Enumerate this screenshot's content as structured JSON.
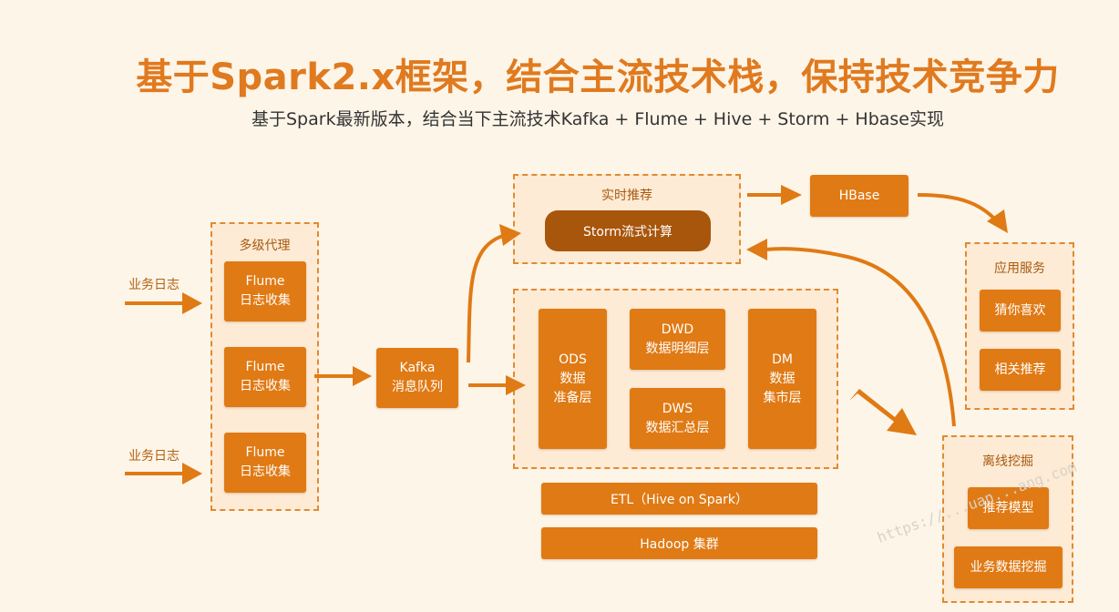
{
  "header": {
    "title": "基于Spark2.x框架，结合主流技术栈，保持技术竞争力",
    "subtitle": "基于Spark最新版本，结合当下主流技术Kafka + Flume + Hive + Storm + Hbase实现"
  },
  "inputs": {
    "log_top": "业务日志",
    "log_bottom": "业务日志"
  },
  "agent_group": {
    "label": "多级代理",
    "items": [
      {
        "line1": "Flume",
        "line2": "日志收集"
      },
      {
        "line1": "Flume",
        "line2": "日志收集"
      },
      {
        "line1": "Flume",
        "line2": "日志收集"
      }
    ]
  },
  "kafka": {
    "line1": "Kafka",
    "line2": "消息队列"
  },
  "realtime": {
    "label": "实时推荐",
    "storm": "Storm流式计算"
  },
  "hbase": "HBase",
  "warehouse": {
    "ods": {
      "line1": "ODS",
      "line2": "数据",
      "line3": "准备层"
    },
    "dwd": {
      "line1": "DWD",
      "line2": "数据明细层"
    },
    "dws": {
      "line1": "DWS",
      "line2": "数据汇总层"
    },
    "dm": {
      "line1": "DM",
      "line2": "数据",
      "line3": "集市层"
    }
  },
  "etl": "ETL（Hive on Spark）",
  "hadoop": "Hadoop 集群",
  "app_service": {
    "label": "应用服务",
    "items": [
      "猜你喜欢",
      "相关推荐"
    ]
  },
  "offline": {
    "label": "离线挖掘",
    "items": [
      "推荐模型",
      "业务数据挖掘"
    ]
  },
  "watermark": "https://...uan...ang.com",
  "colors": {
    "accent": "#e07a14",
    "dark": "#a8560c",
    "background": "#fdf5e8",
    "title": "#e07a1f"
  }
}
